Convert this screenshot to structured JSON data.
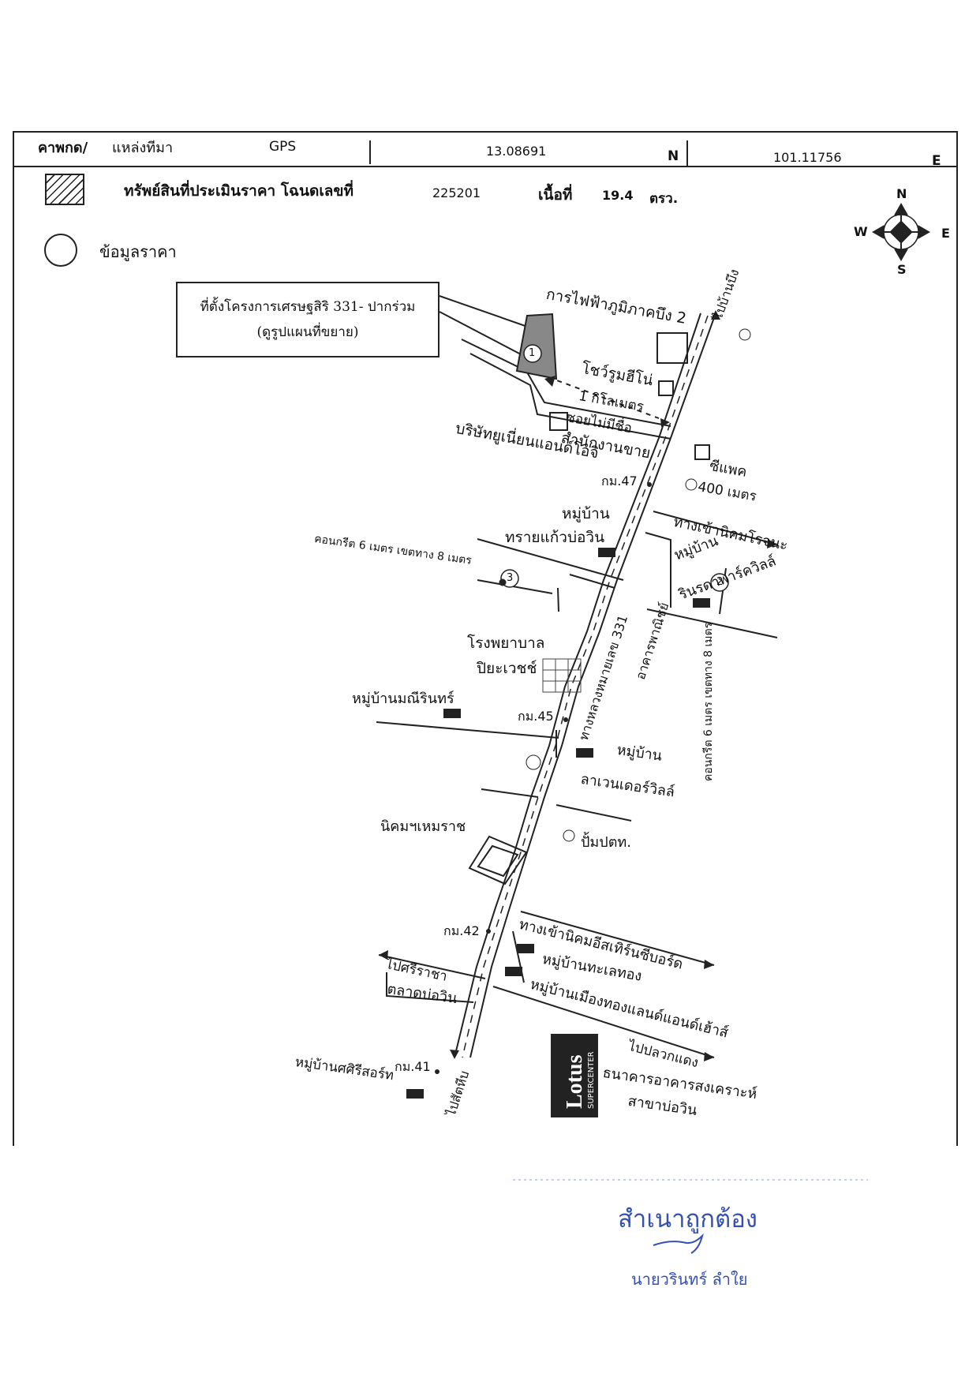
{
  "header": {
    "label": "คาพกด/",
    "source": "แหล่งทีมา",
    "gps_label": "GPS",
    "lat": "13.08691",
    "lat_dir": "N",
    "lon": "101.11756",
    "lon_dir": "E"
  },
  "legend": {
    "asset_label": "ทรัพย์สินที่ประเมินราคา โฉนดเลขที่",
    "deed_no": "225201",
    "area_label": "เนื้อที่",
    "area_value": "19.4",
    "area_unit": "ตรว.",
    "price_label": "ข้อมูลราคา"
  },
  "compass": {
    "n": "N",
    "s": "S",
    "e": "E",
    "w": "W"
  },
  "callout": {
    "line1": "ที่ตั้งโครงการเศรษฐสิริ 331- ปากร่วม",
    "line2": "(ดูรูปแผนที่ขยาย)"
  },
  "map_labels": {
    "pea": "การไฟฟ้าภูมิภาคบึง 2",
    "showroom": "โชว์รูมฮีโน่",
    "one_km": "1 กิโลเมตร",
    "soi_no_name": "ซอยไม่มีชื่อ",
    "union": "บริษัทยูเนี่ยนแอนด์โอจิ",
    "sales_office": "สำนักงานขาย",
    "bang_sen_top": "ไปบ้านบึง",
    "cpac": "ซีแพค",
    "m400": "400 เมตร",
    "km47": "กม.47",
    "village_sai_label": "หมู่บ้าน",
    "village_sai_name": "ทรายแก้วบ่อวิน",
    "concrete6": "คอนกรีต 6 เมตร เขตทาง 8 เมตร",
    "entrance_rojana": "ทางเข้านิคมโรจนะ",
    "village_rin_label": "หมู่บ้าน",
    "village_rin_name": "รินรดาพาร์ควิลล์",
    "route331": "ทางหลวงหมายเลข 331",
    "commercial": "อาคารพาณิชย์",
    "hospital1": "โรงพยาบาล",
    "hospital2": "ปิยะเวชช์",
    "village_manee": "หมู่บ้านมณีรินทร์",
    "km45": "กม.45",
    "concrete6_b": "คอนกรีต 6 เมตร เขตทาง 8 เมตร",
    "village_lavender_label": "หมู่บ้าน",
    "village_lavender_name": "ลาเวนเดอร์วิลล์",
    "hemaraj": "นิคมฯเหมราช",
    "ptt": "ปั้มปตท.",
    "km42": "กม.42",
    "entrance_eastern": "ทางเข้านิคมอีสเทิร์นซีบอร์ด",
    "to_sriracha": "ไปศรีราชา",
    "bowin_market": "ตลาดบ่อวิน",
    "village_talay": "หมู่บ้านทะเลทอง",
    "village_muang": "หมู่บ้านเมืองทองแลนด์แอนด์เฮ้าส์",
    "to_pluak": "ไปปลวกแดง",
    "km41": "กม.41",
    "village_sri": "หมู่บ้านศศิรีสอร์ท",
    "to_sattahip": "ไปสัตหีบ",
    "lotus1": "Lotus",
    "lotus2": "SUPERCENTER",
    "bank1": "ธนาคารอาคารสงเคราะห์",
    "bank2": "สาขาบ่อวิน",
    "marker1": "1",
    "marker2": "2",
    "marker3": "3"
  },
  "footer": {
    "certified": "สำเนาถูกต้อง",
    "name": "นายวรินทร์ ลำใย"
  },
  "colors": {
    "ink": "#222222",
    "stamp_blue": "#3550b0"
  }
}
